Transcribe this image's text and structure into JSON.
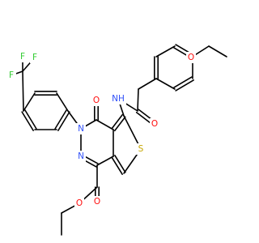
{
  "colors": {
    "carbon_bond": "#000000",
    "oxygen": "#ff0d0d",
    "nitrogen": "#3050f8",
    "sulfur": "#c6a600",
    "fluorine": "#33cc33",
    "hydrogen_text": "#3050f8",
    "background": "#ffffff"
  },
  "atoms": [
    {
      "symbol": "F",
      "label": "F"
    },
    {
      "symbol": "F",
      "label": "F"
    },
    {
      "symbol": "F",
      "label": "F"
    },
    {
      "symbol": "N",
      "label": "N"
    },
    {
      "symbol": "N",
      "label": "N"
    },
    {
      "symbol": "NH",
      "label": "NH"
    },
    {
      "symbol": "O",
      "label": "O"
    },
    {
      "symbol": "O",
      "label": "O"
    },
    {
      "symbol": "O",
      "label": "O"
    },
    {
      "symbol": "O",
      "label": "O"
    },
    {
      "symbol": "O",
      "label": "O"
    },
    {
      "symbol": "S",
      "label": "S"
    }
  ]
}
